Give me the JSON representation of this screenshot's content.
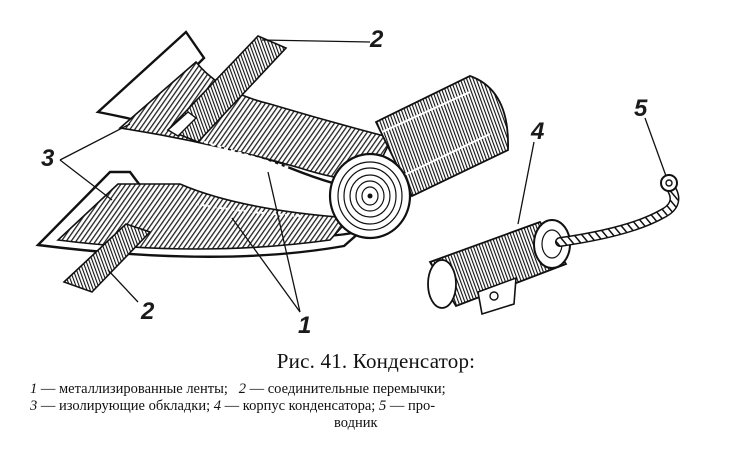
{
  "figure": {
    "callouts": {
      "n1": "1",
      "n2_top": "2",
      "n2_bottom": "2",
      "n3": "3",
      "n4": "4",
      "n5": "5"
    }
  },
  "caption": {
    "title": "Рис. 41. Конденсатор:",
    "legend": {
      "line1": {
        "n1": "1",
        "t1": "— металлизированные ленты;",
        "n2": "2",
        "t2": "— соединительные перемычки;"
      },
      "line2": {
        "n3": "3",
        "t3": "— изолирующие обкладки;",
        "n4": "4",
        "t4": "— корпус конденсатора;",
        "n5": "5",
        "t5": "— про-"
      },
      "line3": "водник"
    }
  }
}
